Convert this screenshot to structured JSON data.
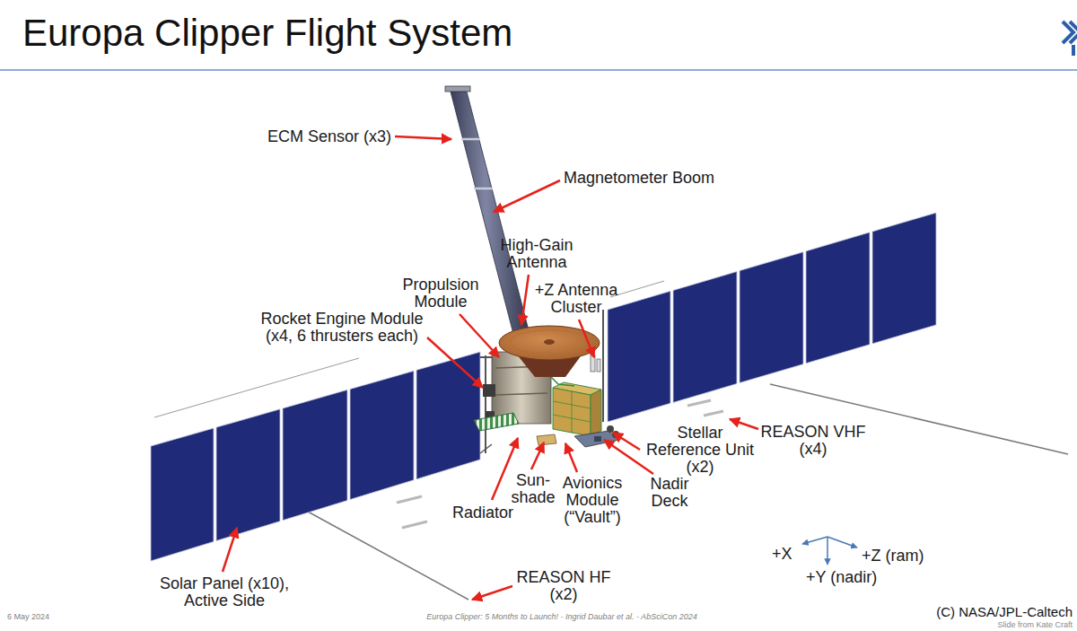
{
  "diagram": {
    "title": "Europa Clipper Flight System",
    "labels": [
      "ECM Sensor (x3)",
      "Magnetometer Boom",
      "High-Gain Antenna",
      "Propulsion Module",
      "+Z Antenna Cluster",
      "Rocket Engine Module (x4, 6 thrusters each)",
      "Stellar Reference Unit (x2)",
      "REASON VHF (x4)",
      "Sun- shade",
      "Avionics Module (“Vault”)",
      "Nadir Deck",
      "Radiator",
      "Solar Panel (x10), Active Side",
      "REASON HF (x2)",
      "+X",
      "+Z (ram)",
      "+Y (nadir)",
      "6 May 2024",
      "Europa Clipper: 5 Months to Launch! - Ingrid Daubar et al. - AbSciCon 2024",
      "Slide from Kate Craft",
      "(C) NASA/JPL-Caltech"
    ]
  }
}
